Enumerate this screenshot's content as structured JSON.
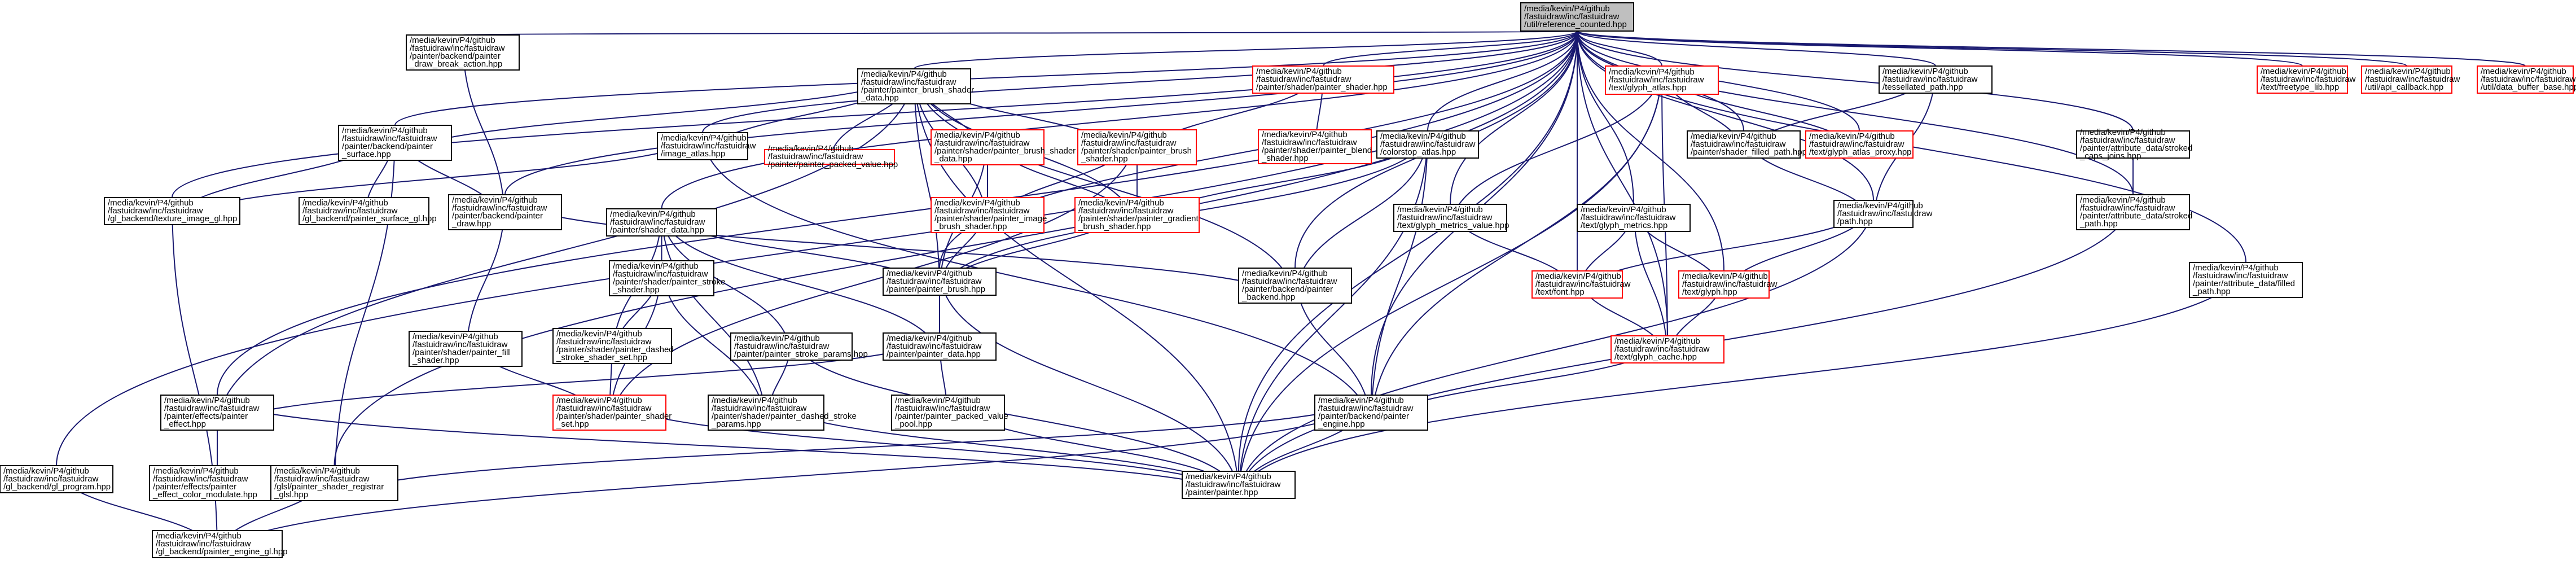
{
  "diagram": {
    "type": "include-dependency-graph",
    "root_id": "n0",
    "colors": {
      "edge": "#191970",
      "node_border": "#000000",
      "missing_border": "#ff0000",
      "root_fill": "#bfbfbf",
      "background": "#ffffff"
    },
    "nodes": [
      {
        "id": "n0",
        "lines": [
          "/media/kevin/P4/github",
          "/fastuidraw/inc/fastuidraw",
          "/util/reference_counted.hpp"
        ],
        "root": true
      },
      {
        "id": "n1",
        "lines": [
          "/media/kevin/P4/github",
          "/fastuidraw/inc/fastuidraw",
          "/painter/backend/painter",
          "_draw_break_action.hpp"
        ]
      },
      {
        "id": "n2",
        "lines": [
          "/media/kevin/P4/github",
          "/fastuidraw/inc/fastuidraw",
          "/painter/painter_brush_shader",
          "_data.hpp"
        ]
      },
      {
        "id": "n3",
        "lines": [
          "/media/kevin/P4/github",
          "/fastuidraw/inc/fastuidraw",
          "/painter/shader/painter_shader.hpp"
        ],
        "missing": true
      },
      {
        "id": "n4",
        "lines": [
          "/media/kevin/P4/github",
          "/fastuidraw/inc/fastuidraw",
          "/text/glyph_atlas.hpp"
        ],
        "missing": true
      },
      {
        "id": "n5",
        "lines": [
          "/media/kevin/P4/github",
          "/fastuidraw/inc/fastuidraw",
          "/tessellated_path.hpp"
        ]
      },
      {
        "id": "n6",
        "lines": [
          "/media/kevin/P4/github",
          "/fastuidraw/inc/fastuidraw",
          "/text/freetype_lib.hpp"
        ],
        "missing": true
      },
      {
        "id": "n7",
        "lines": [
          "/media/kevin/P4/github",
          "/fastuidraw/inc/fastuidraw",
          "/util/api_callback.hpp"
        ],
        "missing": true
      },
      {
        "id": "n8",
        "lines": [
          "/media/kevin/P4/github",
          "/fastuidraw/inc/fastuidraw",
          "/util/data_buffer_base.hpp"
        ],
        "missing": true
      },
      {
        "id": "n9",
        "lines": [
          "/media/kevin/P4/github",
          "/fastuidraw/inc/fastuidraw",
          "/painter/backend/painter",
          "_surface.hpp"
        ]
      },
      {
        "id": "n10",
        "lines": [
          "/media/kevin/P4/github",
          "/fastuidraw/inc/fastuidraw",
          "/image_atlas.hpp"
        ]
      },
      {
        "id": "n11",
        "lines": [
          "/media/kevin/P4/github",
          "/fastuidraw/inc/fastuidraw",
          "/painter/painter_packed_value.hpp"
        ],
        "missing": true
      },
      {
        "id": "n12",
        "lines": [
          "/media/kevin/P4/github",
          "/fastuidraw/inc/fastuidraw",
          "/painter/shader/painter_brush_shader",
          "_data.hpp"
        ],
        "missing": true
      },
      {
        "id": "n13",
        "lines": [
          "/media/kevin/P4/github",
          "/fastuidraw/inc/fastuidraw",
          "/painter/shader/painter_brush",
          "_shader.hpp"
        ],
        "missing": true
      },
      {
        "id": "n14",
        "lines": [
          "/media/kevin/P4/github",
          "/fastuidraw/inc/fastuidraw",
          "/painter/shader/painter_blend",
          "_shader.hpp"
        ],
        "missing": true
      },
      {
        "id": "n15",
        "lines": [
          "/media/kevin/P4/github",
          "/fastuidraw/inc/fastuidraw",
          "/colorstop_atlas.hpp"
        ]
      },
      {
        "id": "n16",
        "lines": [
          "/media/kevin/P4/github",
          "/fastuidraw/inc/fastuidraw",
          "/painter/shader_filled_path.hpp"
        ]
      },
      {
        "id": "n17",
        "lines": [
          "/media/kevin/P4/github",
          "/fastuidraw/inc/fastuidraw",
          "/text/glyph_atlas_proxy.hpp"
        ],
        "missing": true
      },
      {
        "id": "n18",
        "lines": [
          "/media/kevin/P4/github",
          "/fastuidraw/inc/fastuidraw",
          "/painter/attribute_data/stroked",
          "_caps_joins.hpp"
        ]
      },
      {
        "id": "n19",
        "lines": [
          "/media/kevin/P4/github",
          "/fastuidraw/inc/fastuidraw",
          "/gl_backend/texture_image_gl.hpp"
        ]
      },
      {
        "id": "n20",
        "lines": [
          "/media/kevin/P4/github",
          "/fastuidraw/inc/fastuidraw",
          "/gl_backend/painter_surface_gl.hpp"
        ]
      },
      {
        "id": "n21",
        "lines": [
          "/media/kevin/P4/github",
          "/fastuidraw/inc/fastuidraw",
          "/painter/backend/painter",
          "_draw.hpp"
        ]
      },
      {
        "id": "n22",
        "lines": [
          "/media/kevin/P4/github",
          "/fastuidraw/inc/fastuidraw",
          "/painter/shader_data.hpp"
        ]
      },
      {
        "id": "n23",
        "lines": [
          "/media/kevin/P4/github",
          "/fastuidraw/inc/fastuidraw",
          "/painter/shader/painter_image",
          "_brush_shader.hpp"
        ],
        "missing": true
      },
      {
        "id": "n24",
        "lines": [
          "/media/kevin/P4/github",
          "/fastuidraw/inc/fastuidraw",
          "/painter/shader/painter_gradient",
          "_brush_shader.hpp"
        ],
        "missing": true
      },
      {
        "id": "n25",
        "lines": [
          "/media/kevin/P4/github",
          "/fastuidraw/inc/fastuidraw",
          "/text/glyph_metrics_value.hpp"
        ]
      },
      {
        "id": "n26",
        "lines": [
          "/media/kevin/P4/github",
          "/fastuidraw/inc/fastuidraw",
          "/text/glyph_metrics.hpp"
        ]
      },
      {
        "id": "n27",
        "lines": [
          "/media/kevin/P4/github",
          "/fastuidraw/inc/fastuidraw",
          "/path.hpp"
        ]
      },
      {
        "id": "n28",
        "lines": [
          "/media/kevin/P4/github",
          "/fastuidraw/inc/fastuidraw",
          "/painter/attribute_data/stroked",
          "_path.hpp"
        ]
      },
      {
        "id": "n29",
        "lines": [
          "/media/kevin/P4/github",
          "/fastuidraw/inc/fastuidraw",
          "/painter/shader/painter_stroke",
          "_shader.hpp"
        ]
      },
      {
        "id": "n30",
        "lines": [
          "/media/kevin/P4/github",
          "/fastuidraw/inc/fastuidraw",
          "/painter/painter_brush.hpp"
        ]
      },
      {
        "id": "n31",
        "lines": [
          "/media/kevin/P4/github",
          "/fastuidraw/inc/fastuidraw",
          "/painter/backend/painter",
          "_backend.hpp"
        ]
      },
      {
        "id": "n32",
        "lines": [
          "/media/kevin/P4/github",
          "/fastuidraw/inc/fastuidraw",
          "/text/font.hpp"
        ],
        "missing": true
      },
      {
        "id": "n33",
        "lines": [
          "/media/kevin/P4/github",
          "/fastuidraw/inc/fastuidraw",
          "/text/glyph.hpp"
        ],
        "missing": true
      },
      {
        "id": "n34",
        "lines": [
          "/media/kevin/P4/github",
          "/fastuidraw/inc/fastuidraw",
          "/painter/attribute_data/filled",
          "_path.hpp"
        ]
      },
      {
        "id": "n35",
        "lines": [
          "/media/kevin/P4/github",
          "/fastuidraw/inc/fastuidraw",
          "/painter/shader/painter_fill",
          "_shader.hpp"
        ]
      },
      {
        "id": "n36",
        "lines": [
          "/media/kevin/P4/github",
          "/fastuidraw/inc/fastuidraw",
          "/painter/shader/painter_dashed",
          "_stroke_shader_set.hpp"
        ]
      },
      {
        "id": "n37",
        "lines": [
          "/media/kevin/P4/github",
          "/fastuidraw/inc/fastuidraw",
          "/painter/painter_stroke_params.hpp"
        ]
      },
      {
        "id": "n38",
        "lines": [
          "/media/kevin/P4/github",
          "/fastuidraw/inc/fastuidraw",
          "/painter/painter_data.hpp"
        ]
      },
      {
        "id": "n39",
        "lines": [
          "/media/kevin/P4/github",
          "/fastuidraw/inc/fastuidraw",
          "/text/glyph_cache.hpp"
        ],
        "missing": true
      },
      {
        "id": "n40",
        "lines": [
          "/media/kevin/P4/github",
          "/fastuidraw/inc/fastuidraw",
          "/painter/effects/painter",
          "_effect.hpp"
        ]
      },
      {
        "id": "n41",
        "lines": [
          "/media/kevin/P4/github",
          "/fastuidraw/inc/fastuidraw",
          "/painter/shader/painter_shader",
          "_set.hpp"
        ],
        "missing": true
      },
      {
        "id": "n42",
        "lines": [
          "/media/kevin/P4/github",
          "/fastuidraw/inc/fastuidraw",
          "/painter/shader/painter_dashed_stroke",
          "_params.hpp"
        ]
      },
      {
        "id": "n43",
        "lines": [
          "/media/kevin/P4/github",
          "/fastuidraw/inc/fastuidraw",
          "/painter/painter_packed_value",
          "_pool.hpp"
        ]
      },
      {
        "id": "n44",
        "lines": [
          "/media/kevin/P4/github",
          "/fastuidraw/inc/fastuidraw",
          "/painter/backend/painter",
          "_engine.hpp"
        ]
      },
      {
        "id": "n45",
        "lines": [
          "/media/kevin/P4/github",
          "/fastuidraw/inc/fastuidraw",
          "/gl_backend/gl_program.hpp"
        ]
      },
      {
        "id": "n46",
        "lines": [
          "/media/kevin/P4/github",
          "/fastuidraw/inc/fastuidraw",
          "/painter/effects/painter",
          "_effect_color_modulate.hpp"
        ]
      },
      {
        "id": "n47",
        "lines": [
          "/media/kevin/P4/github",
          "/fastuidraw/inc/fastuidraw",
          "/glsl/painter_shader_registrar",
          "_glsl.hpp"
        ]
      },
      {
        "id": "n48",
        "lines": [
          "/media/kevin/P4/github",
          "/fastuidraw/inc/fastuidraw",
          "/painter/painter.hpp"
        ]
      },
      {
        "id": "n49",
        "lines": [
          "/media/kevin/P4/github",
          "/fastuidraw/inc/fastuidraw",
          "/gl_backend/painter_engine_gl.hpp"
        ]
      }
    ],
    "edges": [
      [
        "n1",
        "n0"
      ],
      [
        "n2",
        "n0"
      ],
      [
        "n3",
        "n0"
      ],
      [
        "n4",
        "n0"
      ],
      [
        "n5",
        "n0"
      ],
      [
        "n6",
        "n0"
      ],
      [
        "n7",
        "n0"
      ],
      [
        "n8",
        "n0"
      ],
      [
        "n9",
        "n0"
      ],
      [
        "n10",
        "n0"
      ],
      [
        "n15",
        "n0"
      ],
      [
        "n16",
        "n0"
      ],
      [
        "n17",
        "n0"
      ],
      [
        "n18",
        "n0"
      ],
      [
        "n19",
        "n0"
      ],
      [
        "n21",
        "n0"
      ],
      [
        "n22",
        "n0"
      ],
      [
        "n25",
        "n0"
      ],
      [
        "n26",
        "n0"
      ],
      [
        "n27",
        "n0"
      ],
      [
        "n28",
        "n0"
      ],
      [
        "n30",
        "n0"
      ],
      [
        "n31",
        "n0"
      ],
      [
        "n32",
        "n0"
      ],
      [
        "n33",
        "n0"
      ],
      [
        "n34",
        "n0"
      ],
      [
        "n39",
        "n0"
      ],
      [
        "n40",
        "n0"
      ],
      [
        "n44",
        "n0"
      ],
      [
        "n45",
        "n0"
      ],
      [
        "n47",
        "n0"
      ],
      [
        "n48",
        "n0"
      ],
      [
        "n1",
        "n21"
      ],
      [
        "n2",
        "n9"
      ],
      [
        "n2",
        "n10"
      ],
      [
        "n2",
        "n11"
      ],
      [
        "n2",
        "n12"
      ],
      [
        "n2",
        "n13"
      ],
      [
        "n2",
        "n23"
      ],
      [
        "n2",
        "n24"
      ],
      [
        "n2",
        "n30"
      ],
      [
        "n2",
        "n31"
      ],
      [
        "n2",
        "n40"
      ],
      [
        "n2",
        "n48"
      ],
      [
        "n3",
        "n13"
      ],
      [
        "n3",
        "n14"
      ],
      [
        "n4",
        "n16"
      ],
      [
        "n4",
        "n17"
      ],
      [
        "n4",
        "n25"
      ],
      [
        "n4",
        "n39"
      ],
      [
        "n4",
        "n44"
      ],
      [
        "n4",
        "n48"
      ],
      [
        "n5",
        "n16"
      ],
      [
        "n5",
        "n27"
      ],
      [
        "n9",
        "n19"
      ],
      [
        "n9",
        "n20"
      ],
      [
        "n9",
        "n21"
      ],
      [
        "n9",
        "n47"
      ],
      [
        "n10",
        "n19"
      ],
      [
        "n10",
        "n44"
      ],
      [
        "n12",
        "n23"
      ],
      [
        "n12",
        "n24"
      ],
      [
        "n12",
        "n30"
      ],
      [
        "n13",
        "n23"
      ],
      [
        "n13",
        "n24"
      ],
      [
        "n13",
        "n41"
      ],
      [
        "n15",
        "n24"
      ],
      [
        "n15",
        "n30"
      ],
      [
        "n15",
        "n31"
      ],
      [
        "n15",
        "n44"
      ],
      [
        "n15",
        "n48"
      ],
      [
        "n16",
        "n27"
      ],
      [
        "n18",
        "n28"
      ],
      [
        "n19",
        "n49"
      ],
      [
        "n21",
        "n31"
      ],
      [
        "n21",
        "n35"
      ],
      [
        "n22",
        "n29"
      ],
      [
        "n22",
        "n36"
      ],
      [
        "n22",
        "n37"
      ],
      [
        "n22",
        "n38"
      ],
      [
        "n22",
        "n42"
      ],
      [
        "n22",
        "n30"
      ],
      [
        "n23",
        "n30"
      ],
      [
        "n24",
        "n30"
      ],
      [
        "n25",
        "n32"
      ],
      [
        "n26",
        "n32"
      ],
      [
        "n26",
        "n33"
      ],
      [
        "n26",
        "n39"
      ],
      [
        "n27",
        "n32"
      ],
      [
        "n27",
        "n33"
      ],
      [
        "n27",
        "n48"
      ],
      [
        "n28",
        "n48"
      ],
      [
        "n29",
        "n36"
      ],
      [
        "n29",
        "n41"
      ],
      [
        "n29",
        "n42"
      ],
      [
        "n30",
        "n38"
      ],
      [
        "n30",
        "n48"
      ],
      [
        "n31",
        "n44"
      ],
      [
        "n32",
        "n39"
      ],
      [
        "n33",
        "n39"
      ],
      [
        "n34",
        "n48"
      ],
      [
        "n35",
        "n41"
      ],
      [
        "n36",
        "n41"
      ],
      [
        "n37",
        "n42"
      ],
      [
        "n37",
        "n48"
      ],
      [
        "n38",
        "n40"
      ],
      [
        "n38",
        "n43"
      ],
      [
        "n39",
        "n44"
      ],
      [
        "n40",
        "n46"
      ],
      [
        "n40",
        "n48"
      ],
      [
        "n41",
        "n48"
      ],
      [
        "n42",
        "n48"
      ],
      [
        "n43",
        "n48"
      ],
      [
        "n44",
        "n48"
      ],
      [
        "n44",
        "n47"
      ],
      [
        "n44",
        "n49"
      ],
      [
        "n45",
        "n49"
      ],
      [
        "n47",
        "n49"
      ]
    ]
  }
}
